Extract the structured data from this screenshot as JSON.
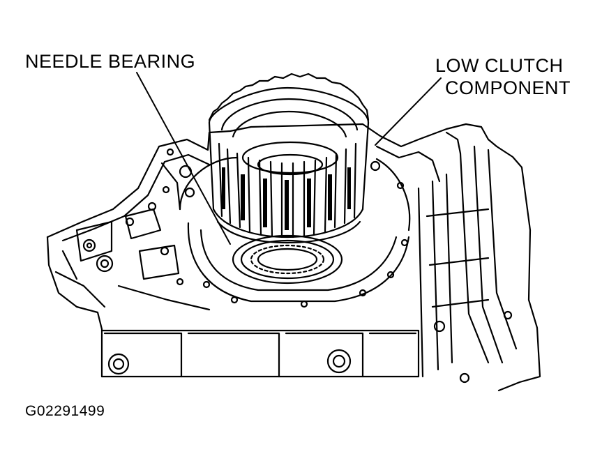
{
  "labels": {
    "needle_bearing": "NEEDLE BEARING",
    "low_clutch_line1": "LOW CLUTCH",
    "low_clutch_line2": "COMPONENT"
  },
  "figure_id": "G02291499",
  "colors": {
    "ink": "#000000",
    "paper": "#ffffff"
  }
}
